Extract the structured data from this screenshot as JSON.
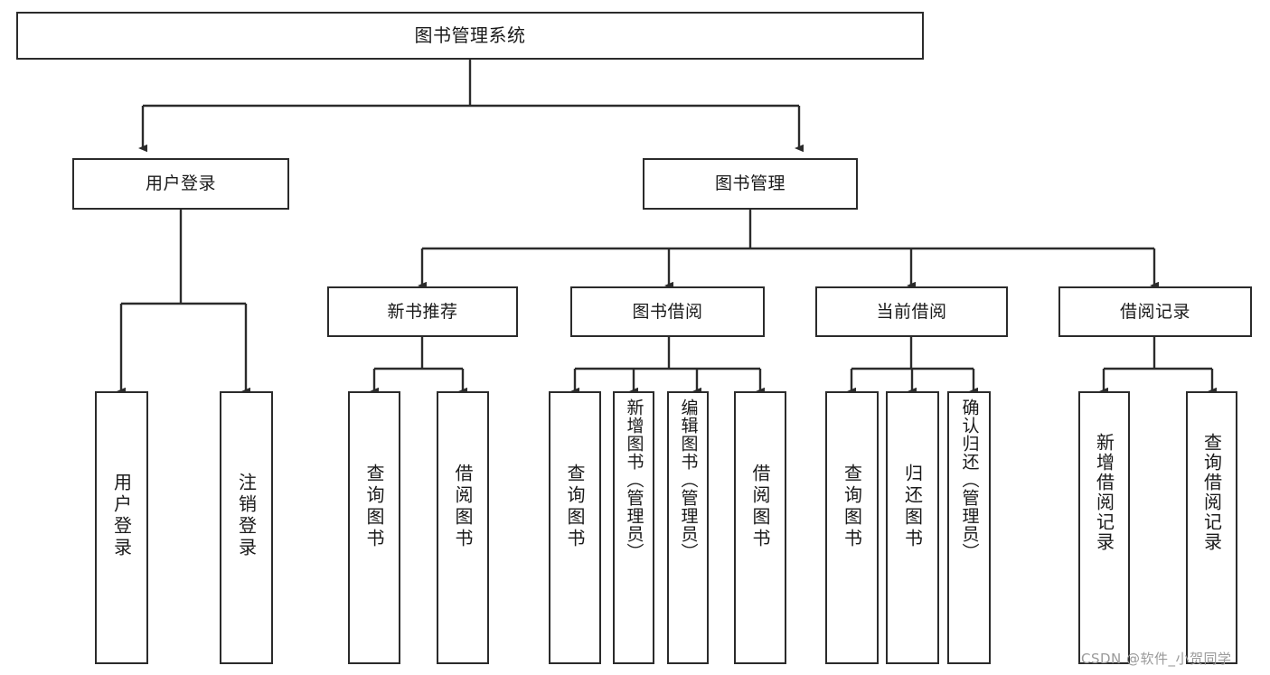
{
  "diagram": {
    "type": "tree-hierarchy",
    "title": "图书管理系统",
    "watermark": "CSDN @软件_小贺同学",
    "colors": {
      "stroke": "#2b2b2b",
      "fill": "#ffffff",
      "text": "#1a1a1a",
      "watermark": "#9a9a9a"
    },
    "nodes": {
      "root": {
        "label": "图书管理系统",
        "level": 1
      },
      "level2": [
        {
          "id": "user-login",
          "label": "用户登录"
        },
        {
          "id": "book-manage",
          "label": "图书管理"
        }
      ],
      "level3": [
        {
          "id": "new-book-recommend",
          "label": "新书推荐"
        },
        {
          "id": "book-borrow",
          "label": "图书借阅"
        },
        {
          "id": "current-borrow",
          "label": "当前借阅"
        },
        {
          "id": "borrow-record",
          "label": "借阅记录"
        }
      ],
      "leaves": [
        {
          "id": "leaf-user-login",
          "label": "用户登录",
          "parent": "user-login"
        },
        {
          "id": "leaf-logout",
          "label": "注销登录",
          "parent": "user-login"
        },
        {
          "id": "leaf-query-book-1",
          "label": "查询图书",
          "parent": "new-book-recommend"
        },
        {
          "id": "leaf-borrow-book-1",
          "label": "借阅图书",
          "parent": "new-book-recommend"
        },
        {
          "id": "leaf-query-book-2",
          "label": "查询图书",
          "parent": "book-borrow"
        },
        {
          "id": "leaf-add-book",
          "label": "新增图书（管理员）",
          "parent": "book-borrow"
        },
        {
          "id": "leaf-edit-book",
          "label": "编辑图书（管理员）",
          "parent": "book-borrow"
        },
        {
          "id": "leaf-borrow-book-2",
          "label": "借阅图书",
          "parent": "book-borrow"
        },
        {
          "id": "leaf-query-book-3",
          "label": "查询图书",
          "parent": "current-borrow"
        },
        {
          "id": "leaf-return-book",
          "label": "归还图书",
          "parent": "current-borrow"
        },
        {
          "id": "leaf-confirm-return",
          "label": "确认归还（管理员）",
          "parent": "current-borrow"
        },
        {
          "id": "leaf-add-record",
          "label": "新增借阅记录",
          "parent": "borrow-record"
        },
        {
          "id": "leaf-query-record",
          "label": "查询借阅记录",
          "parent": "borrow-record"
        }
      ]
    }
  }
}
